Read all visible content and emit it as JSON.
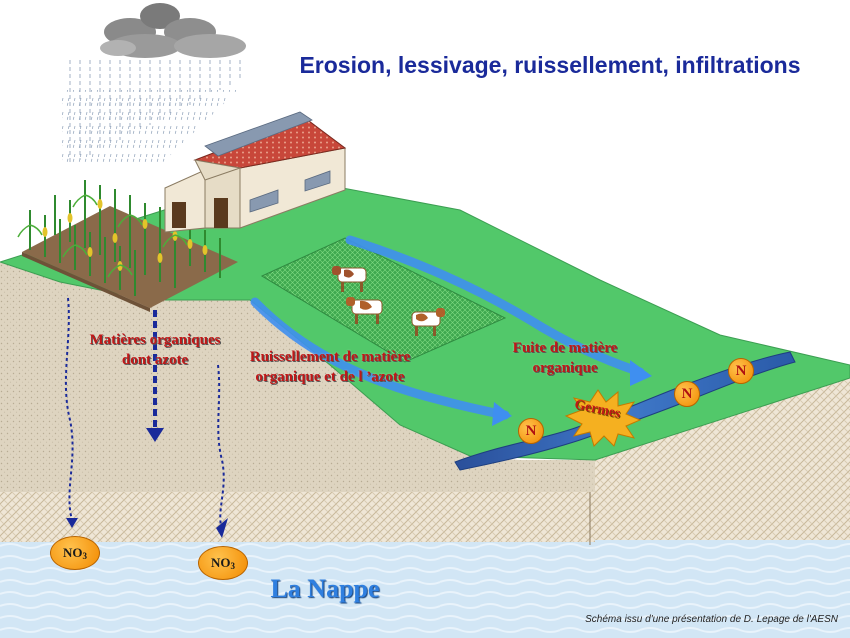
{
  "title": "Erosion, lessivage, ruissellement, infiltrations",
  "labels": {
    "matieres": [
      "Matières organiques",
      "dont azote"
    ],
    "ruissellement": [
      "Ruissellement de matière",
      "organique et de l ’azote"
    ],
    "fuite": [
      "Fuite de matière",
      "organique"
    ],
    "germes": "Germes",
    "nappe": "La Nappe"
  },
  "badges": {
    "n": [
      "N",
      "N",
      "N"
    ],
    "no3": [
      "NO",
      "NO"
    ],
    "no3_sub": "3"
  },
  "credit": "Schéma issu d'une présentation de D. Lepage de l'AESN",
  "colors": {
    "grass": "#52c86a",
    "pasture": "#3fa84f",
    "soil": "#ded4c0",
    "aquifer": "#cfe4f4",
    "river": "#2f5fa8",
    "arrow": "#3f8ff0",
    "title": "#1a2a9a",
    "label_red": "#c01818"
  }
}
